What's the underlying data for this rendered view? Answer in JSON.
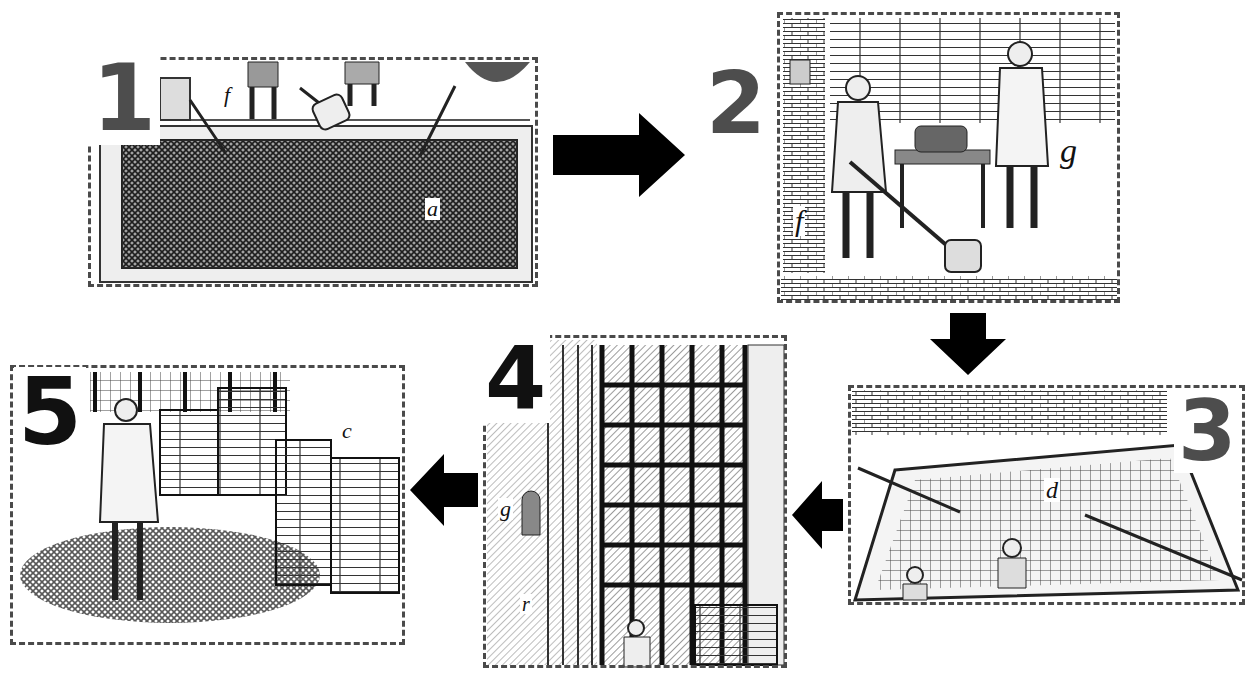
{
  "diagram": {
    "nodes": [
      {
        "text": [
          "1"
        ]
      },
      {
        "text": [
          "2"
        ]
      },
      {
        "text": [
          "3"
        ]
      },
      {
        "text": [
          "4"
        ]
      },
      {
        "text": [
          "5"
        ]
      }
    ],
    "edges": [
      {
        "from": 0,
        "to": 1,
        "arrow": "to"
      },
      {
        "from": 1,
        "to": 2,
        "arrow": "to"
      },
      {
        "from": 2,
        "to": 3,
        "arrow": "to"
      },
      {
        "from": 3,
        "to": 4,
        "arrow": "to"
      }
    ],
    "labels": [
      "f",
      "a",
      "f",
      "g",
      "d",
      "g",
      "r",
      "c"
    ]
  }
}
